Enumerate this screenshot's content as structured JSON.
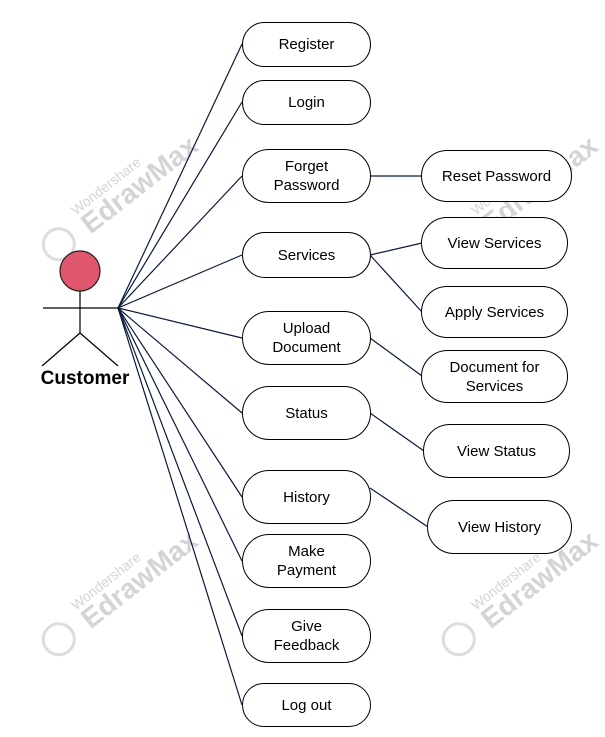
{
  "actor": {
    "name": "Customer",
    "head_color": "#E0566D"
  },
  "use_cases": {
    "register": "Register",
    "login": "Login",
    "forget_password": "Forget\nPassword",
    "services": "Services",
    "upload_document": "Upload\nDocument",
    "status": "Status",
    "history": "History",
    "make_payment": "Make\nPayment",
    "give_feedback": "Give\nFeedback",
    "log_out": "Log out",
    "reset_password": "Reset Password",
    "view_services": "View Services",
    "apply_services": "Apply Services",
    "document_for_services": "Document for\nServices",
    "view_status": "View Status",
    "view_history": "View History"
  },
  "watermark": {
    "brand": "Wondershare",
    "product": "EdrawMax"
  }
}
